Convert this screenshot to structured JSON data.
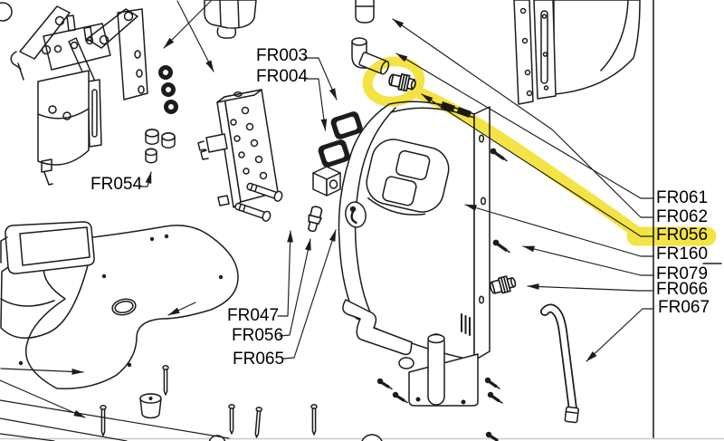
{
  "diagram": {
    "type": "exploded-parts-diagram",
    "line_color": "#1c1c1c",
    "highlight": {
      "color": "#f2df2a",
      "highlighted_part": "FR056"
    },
    "part_labels": {
      "fr003": "FR003",
      "fr004": "FR004",
      "fr054": "FR054",
      "fr047": "FR047",
      "fr056_left": "FR056",
      "fr065": "FR065",
      "fr061": "FR061",
      "fr062": "FR062",
      "fr056_right": "FR056",
      "fr160": "FR160",
      "fr079": "FR079",
      "fr066": "FR066",
      "fr067": "FR067"
    }
  }
}
